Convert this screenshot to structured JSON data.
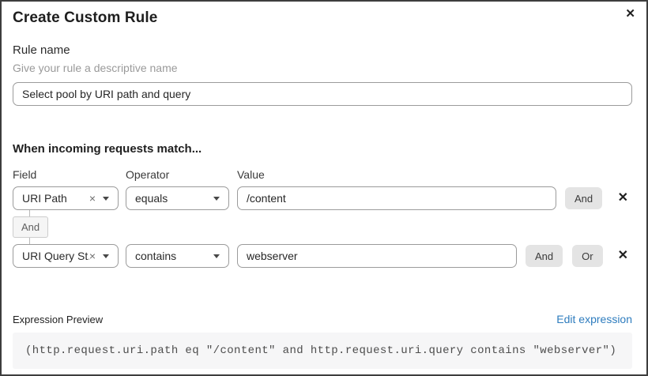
{
  "modal": {
    "title": "Create Custom Rule",
    "close_icon": "✕"
  },
  "rule_name": {
    "label": "Rule name",
    "hint": "Give your rule a descriptive name",
    "value": "Select pool by URI path and query"
  },
  "match": {
    "heading": "When incoming requests match...",
    "columns": {
      "field": "Field",
      "operator": "Operator",
      "value": "Value"
    },
    "rows": [
      {
        "field": "URI Path",
        "operator": "equals",
        "value": "/content",
        "and_label": "And",
        "clear_icon": "×",
        "delete_icon": "✕"
      },
      {
        "field": "URI Query St...",
        "operator": "contains",
        "value": "webserver",
        "and_label": "And",
        "or_label": "Or",
        "clear_icon": "×",
        "delete_icon": "✕"
      }
    ],
    "connector_label": "And"
  },
  "expression": {
    "label": "Expression Preview",
    "edit_link": "Edit expression",
    "code": "(http.request.uri.path eq \"/content\" and http.request.uri.query contains \"webserver\")"
  },
  "colors": {
    "link_blue": "#2e7cbe",
    "modal_border": "#3d3d3d",
    "button_gray": "#e4e4e4",
    "code_background": "#f6f6f7"
  }
}
